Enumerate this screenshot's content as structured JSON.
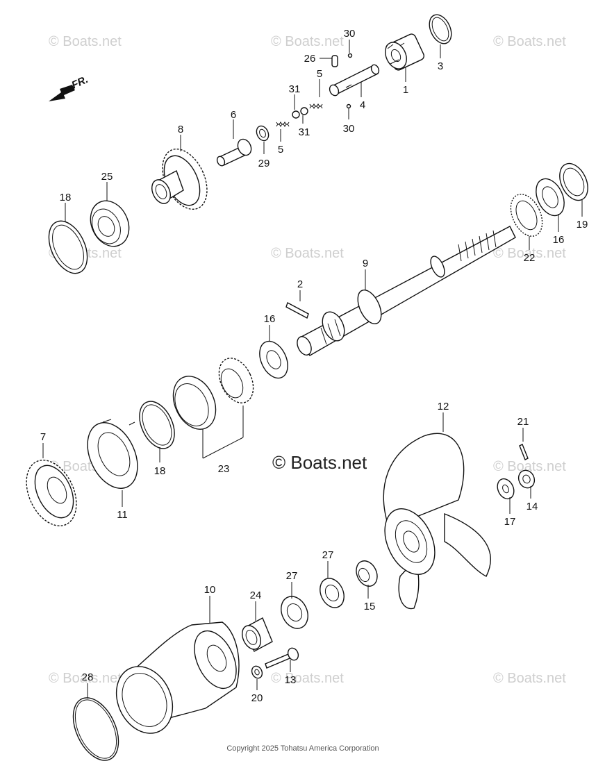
{
  "diagram": {
    "direction_label": "FR.",
    "watermark_text": "© Boats.net",
    "center_watermark": "© Boats.net",
    "copyright": "Copyright 2025 Tohatsu America Corporation",
    "part_labels": {
      "p1": "1",
      "p2": "2",
      "p3": "3",
      "p4": "4",
      "p5a": "5",
      "p5b": "5",
      "p6": "6",
      "p7": "7",
      "p8": "8",
      "p9": "9",
      "p10": "10",
      "p11": "11",
      "p12": "12",
      "p13": "13",
      "p14": "14",
      "p15": "15",
      "p16a": "16",
      "p16b": "16",
      "p17": "17",
      "p18a": "18",
      "p18b": "18",
      "p19": "19",
      "p20": "20",
      "p21": "21",
      "p22": "22",
      "p23": "23",
      "p24": "24",
      "p25": "25",
      "p26": "26",
      "p27a": "27",
      "p27b": "27",
      "p28": "28",
      "p29": "29",
      "p30a": "30",
      "p30b": "30",
      "p31a": "31",
      "p31b": "31"
    }
  }
}
